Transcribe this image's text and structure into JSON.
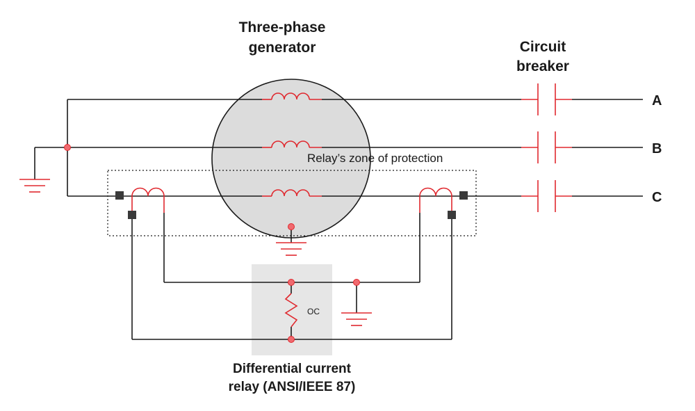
{
  "labels": {
    "generator_line1": "Three-phase",
    "generator_line2": "generator",
    "breaker_line1": "Circuit",
    "breaker_line2": "breaker",
    "phase_a": "A",
    "phase_b": "B",
    "phase_c": "C",
    "zone": "Relay’s zone of protection",
    "oc": "OC",
    "relay_line1": "Differential current",
    "relay_line2": "relay (ANSI/IEEE 87)"
  },
  "colors": {
    "component": "#e0282e",
    "junction_dot": "#f06a6f",
    "wire": "#1a1a1a",
    "generator_fill": "#dcdcdc",
    "relay_box_fill": "#e6e6e6",
    "ct_terminal": "#3a3a3a"
  }
}
